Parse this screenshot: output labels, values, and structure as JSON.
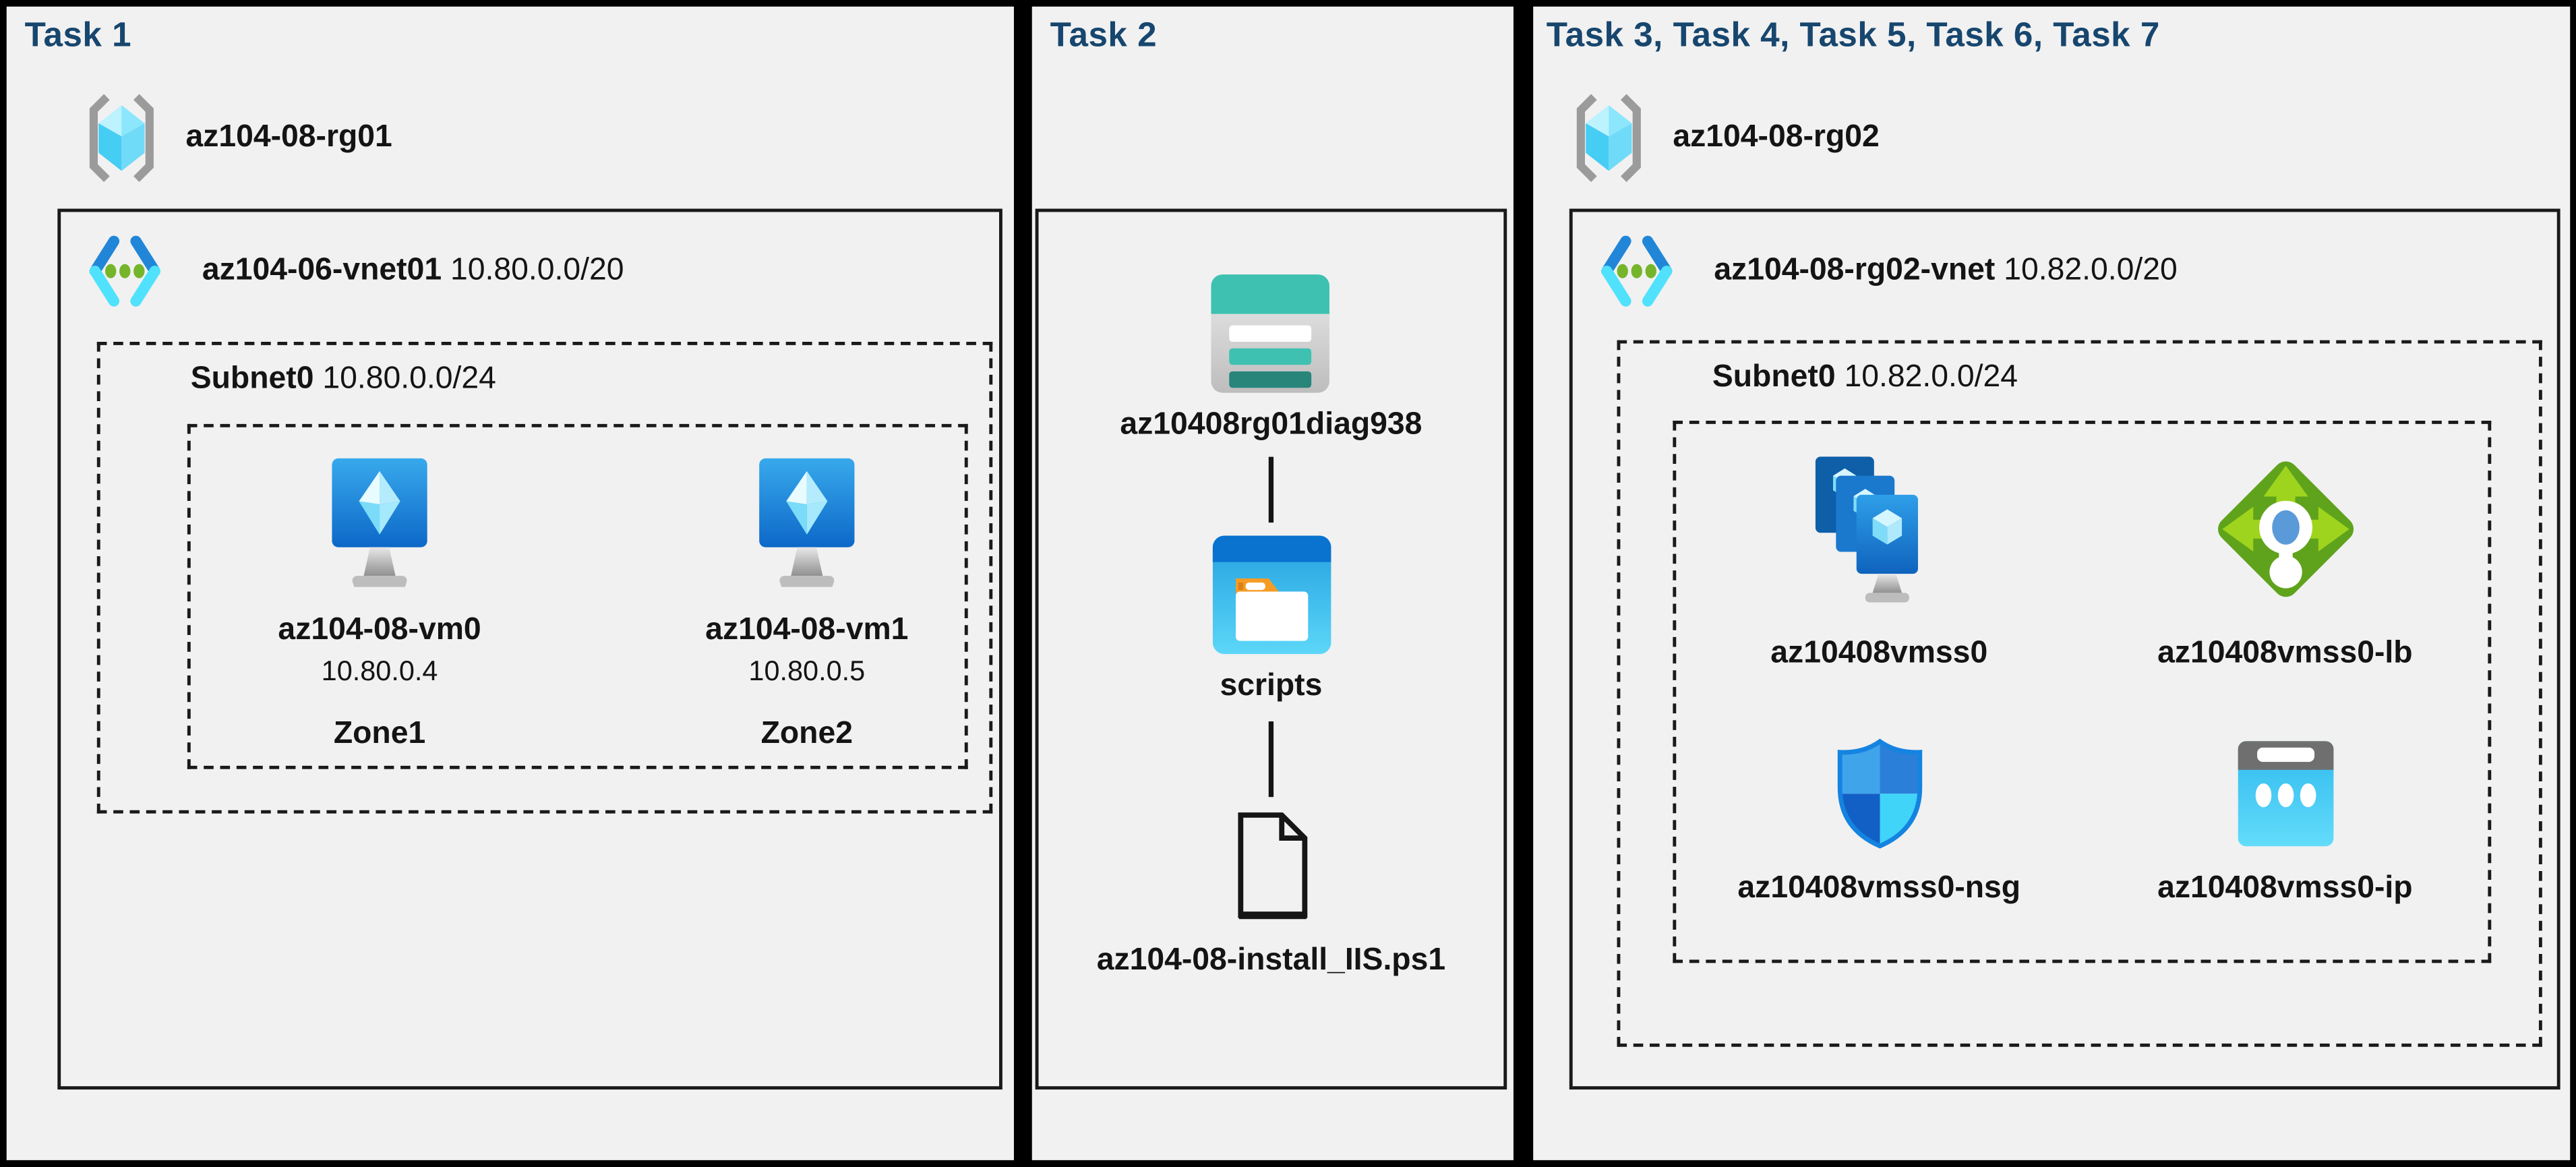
{
  "colors": {
    "canvas_bg": "#000000",
    "panel_bg": "#f1f1f1",
    "title_navy": "#17466e",
    "azure_blue": "#0d68c8",
    "cyan": "#50e2fc",
    "storage_teal": "#3ec1b1",
    "lb_green": "#5fa31c",
    "bracket_gray": "#9b9b9b"
  },
  "task1": {
    "title": "Task 1",
    "rg_name": "az104-08-rg01",
    "rg_icon": "resource-group-icon",
    "vnet_name": "az104-06-vnet01",
    "vnet_cidr": "10.80.0.0/20",
    "vnet_icon": "virtual-network-icon",
    "subnet_name": "Subnet0",
    "subnet_cidr": "10.80.0.0/24",
    "vms": [
      {
        "name": "az104-08-vm0",
        "ip": "10.80.0.4",
        "zone": "Zone1",
        "icon": "virtual-machine-icon"
      },
      {
        "name": "az104-08-vm1",
        "ip": "10.80.0.5",
        "zone": "Zone2",
        "icon": "virtual-machine-icon"
      }
    ]
  },
  "task2": {
    "title": "Task 2",
    "storage_account": "az10408rg01diag938",
    "storage_icon": "storage-account-icon",
    "container": "scripts",
    "container_icon": "blob-container-icon",
    "script_file": "az104-08-install_IIS.ps1",
    "file_icon": "file-icon"
  },
  "task3": {
    "title": "Task 3, Task 4, Task 5, Task 6, Task 7",
    "rg_name": "az104-08-rg02",
    "rg_icon": "resource-group-icon",
    "vnet_name": "az104-08-rg02-vnet",
    "vnet_cidr": "10.82.0.0/20",
    "vnet_icon": "virtual-network-icon",
    "subnet_name": "Subnet0",
    "subnet_cidr": "10.82.0.0/24",
    "resources": [
      {
        "name": "az10408vmss0",
        "icon": "vm-scale-set-icon"
      },
      {
        "name": "az10408vmss0-lb",
        "icon": "load-balancer-icon"
      },
      {
        "name": "az10408vmss0-nsg",
        "icon": "network-security-group-icon"
      },
      {
        "name": "az10408vmss0-ip",
        "icon": "public-ip-icon"
      }
    ]
  }
}
